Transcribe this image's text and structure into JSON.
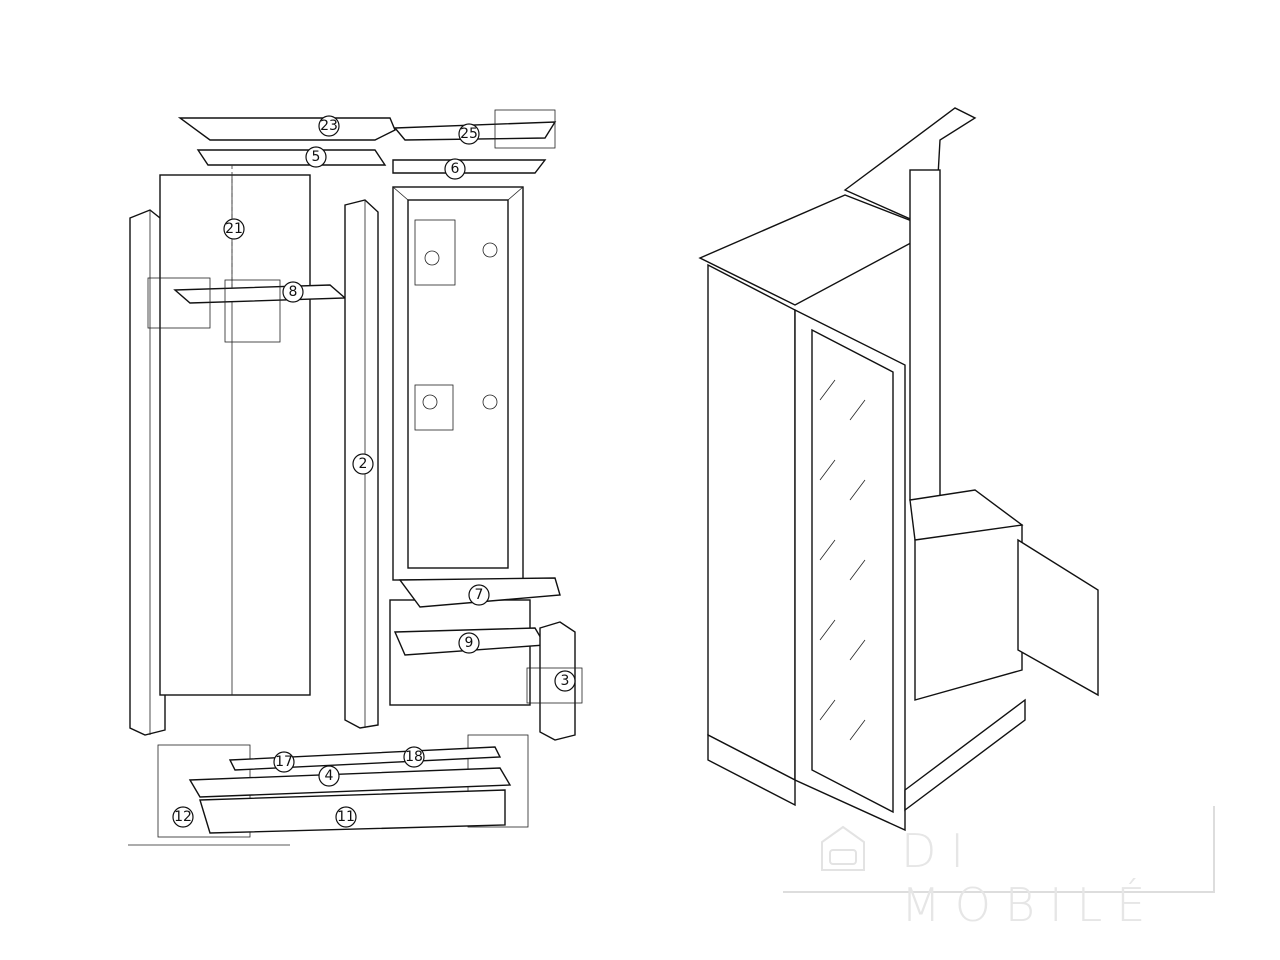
{
  "diagram": {
    "title": "Hallway wardrobe exploded assembly view",
    "part_labels": [
      "23",
      "25",
      "5",
      "6",
      "21",
      "8",
      "2",
      "7",
      "9",
      "3",
      "17",
      "18",
      "4",
      "11",
      "12"
    ]
  },
  "watermark": {
    "text": "DI MOBILÉ",
    "logo": "house-sofa-logo"
  },
  "colors": {
    "line": "#111111",
    "watermark": "#e6e6e6"
  }
}
